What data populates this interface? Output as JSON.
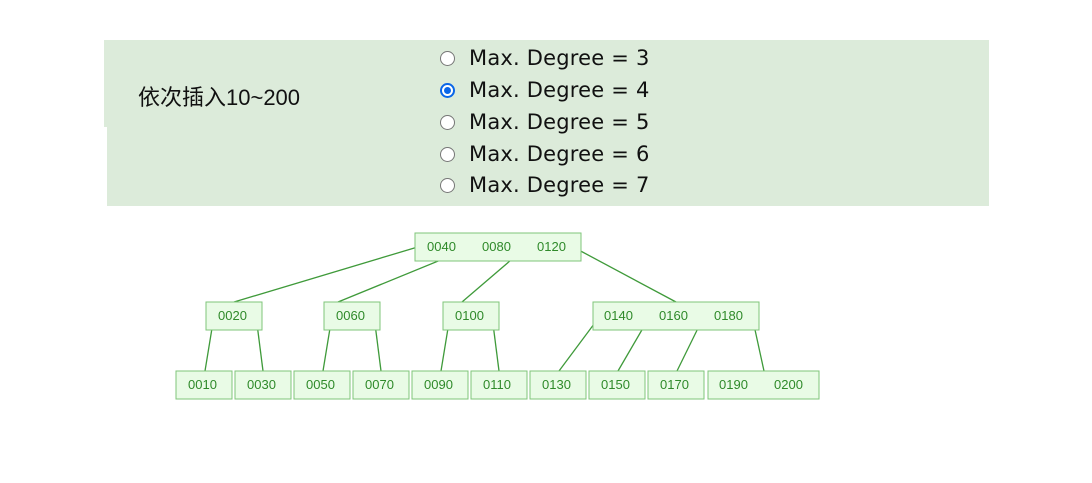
{
  "controls": {
    "title": "依次插入10~200",
    "options": [
      {
        "label": "Max. Degree = 3",
        "checked": false
      },
      {
        "label": "Max. Degree = 4",
        "checked": true
      },
      {
        "label": "Max. Degree = 5",
        "checked": false
      },
      {
        "label": "Max. Degree = 6",
        "checked": false
      },
      {
        "label": "Max. Degree = 7",
        "checked": false
      }
    ]
  },
  "tree": {
    "root": [
      "0040",
      "0080",
      "0120"
    ],
    "internal": [
      [
        "0020"
      ],
      [
        "0060"
      ],
      [
        "0100"
      ],
      [
        "0140",
        "0160",
        "0180"
      ]
    ],
    "leaves": [
      [
        "0010"
      ],
      [
        "0030"
      ],
      [
        "0050"
      ],
      [
        "0070"
      ],
      [
        "0090"
      ],
      [
        "0110"
      ],
      [
        "0130"
      ],
      [
        "0150"
      ],
      [
        "0170"
      ],
      [
        "0190",
        "0200"
      ]
    ],
    "colors": {
      "box_fill": "#e9fbe6",
      "box_stroke": "#7fc57a",
      "edge": "#3f9a3a",
      "text": "#2f8a2a"
    }
  }
}
